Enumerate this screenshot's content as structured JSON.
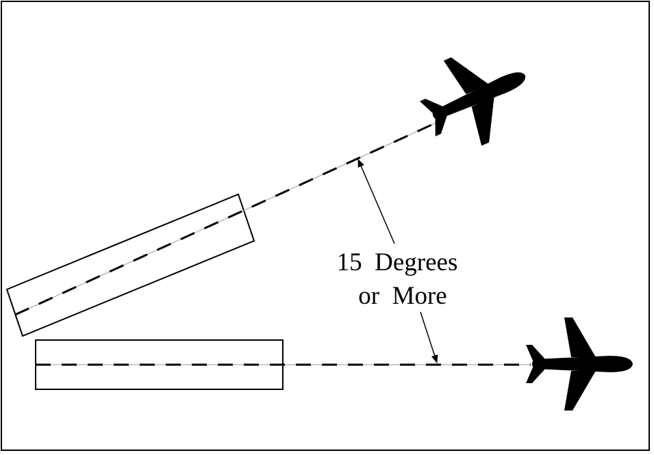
{
  "diagram": {
    "label_line1": "15  Degrees",
    "label_line2": "or  More",
    "angle_degrees": 15,
    "colors": {
      "ink": "#000000",
      "background": "#ffffff",
      "centerline_thin": "#999999"
    }
  }
}
